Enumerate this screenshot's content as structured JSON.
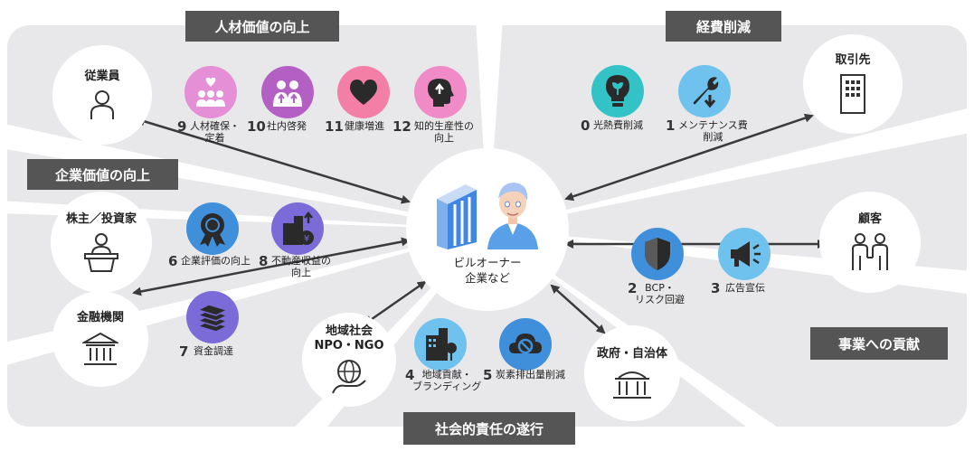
{
  "sections": {
    "human_capital": "人材価値の向上",
    "cost_reduction": "経費削減",
    "corporate_value": "企業価値の向上",
    "business_contribution": "事業への貢献",
    "social_responsibility": "社会的責任の遂行"
  },
  "center": {
    "line1": "ビルオーナー",
    "line2": "企業など"
  },
  "stakeholders": {
    "employees": "従業員",
    "suppliers": "取引先",
    "shareholders": "株主／投資家",
    "customers": "顧客",
    "financial": "金融機関",
    "community_line1": "地域社会",
    "community_line2": "NPO・NGO",
    "government": "政府・自治体"
  },
  "items": {
    "i0": {
      "num": "0",
      "label1": "光熱費削減",
      "label2": ""
    },
    "i1": {
      "num": "1",
      "label1": "メンテナンス費",
      "label2": "削減"
    },
    "i2": {
      "num": "2",
      "label1": "BCP・",
      "label2": "リスク回避"
    },
    "i3": {
      "num": "3",
      "label1": "広告宣伝",
      "label2": ""
    },
    "i4": {
      "num": "4",
      "label1": "地域貢献・",
      "label2": "ブランディング"
    },
    "i5": {
      "num": "5",
      "label1": "炭素排出量削減",
      "label2": ""
    },
    "i6": {
      "num": "6",
      "label1": "企業評価の向上",
      "label2": ""
    },
    "i7": {
      "num": "7",
      "label1": "資金調達",
      "label2": ""
    },
    "i8": {
      "num": "8",
      "label1": "不動産収益の",
      "label2": "向上"
    },
    "i9": {
      "num": "9",
      "label1": "人材確保・",
      "label2": "定着"
    },
    "i10": {
      "num": "10",
      "label1": "社内啓発",
      "label2": ""
    },
    "i11": {
      "num": "11",
      "label1": "健康増進",
      "label2": ""
    },
    "i12": {
      "num": "12",
      "label1": "知的生産性の",
      "label2": "向上"
    }
  },
  "colors": {
    "pink": "#e58fd6",
    "purple": "#b45fc4",
    "heart": "#ea5f8a",
    "teal": "#33c3c7",
    "sky": "#6fc2ee",
    "blue": "#3f8fdb",
    "violet": "#7b6bd8",
    "panel": "#e8e8ea",
    "label": "#555555"
  }
}
